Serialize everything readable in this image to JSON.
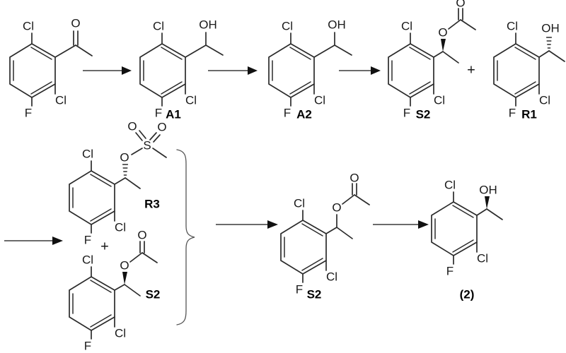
{
  "figure": {
    "kind": "chemical-reaction-scheme",
    "background_color": "#ffffff",
    "bond_color": "#2b2b2b",
    "text_color": "#1a1a1a",
    "arrow_color": "#3a3a3a"
  },
  "atoms": {
    "cl": "Cl",
    "f": "F",
    "o": "O",
    "oh": "OH",
    "s": "S"
  },
  "operators": {
    "plus": "+"
  },
  "compounds": [
    {
      "id": "start-ketone",
      "label": "",
      "row": 1,
      "substituents": [
        "Cl",
        "Cl",
        "F"
      ],
      "side_chain": "acetyl (C(=O)CH3)",
      "stereo": "none"
    },
    {
      "id": "a1",
      "label": "A1",
      "row": 1,
      "substituents": [
        "Cl",
        "Cl",
        "F"
      ],
      "side_chain": "1-hydroxyethyl (CH(OH)CH3)",
      "stereo": "none"
    },
    {
      "id": "a2",
      "label": "A2",
      "row": 1,
      "substituents": [
        "Cl",
        "Cl",
        "F"
      ],
      "side_chain": "1-hydroxyethyl (CH(OH)CH3)",
      "stereo": "none"
    },
    {
      "id": "s2-top",
      "label": "S2",
      "row": 1,
      "substituents": [
        "Cl",
        "Cl",
        "F"
      ],
      "side_chain": "acetate ester (OC(=O)CH3)",
      "stereo": "solid-wedge"
    },
    {
      "id": "r1",
      "label": "R1",
      "row": 1,
      "substituents": [
        "Cl",
        "Cl",
        "F"
      ],
      "side_chain": "1-hydroxyethyl (CH(OH)CH3)",
      "stereo": "hashed-wedge"
    },
    {
      "id": "r3",
      "label": "R3",
      "row": 2,
      "substituents": [
        "Cl",
        "Cl",
        "F"
      ],
      "side_chain": "mesylate ester (OS(=O)(=O)CH3)",
      "stereo": "hashed-wedge"
    },
    {
      "id": "s2-mid",
      "label": "S2",
      "row": 2,
      "substituents": [
        "Cl",
        "Cl",
        "F"
      ],
      "side_chain": "acetate ester (OC(=O)CH3)",
      "stereo": "solid-wedge"
    },
    {
      "id": "s2-product",
      "label": "S2",
      "row": 3,
      "substituents": [
        "Cl",
        "Cl",
        "F"
      ],
      "side_chain": "acetate ester (OC(=O)CH3)",
      "stereo": "none"
    },
    {
      "id": "final-2",
      "label": "(2)",
      "row": 3,
      "substituents": [
        "Cl",
        "Cl",
        "F"
      ],
      "side_chain": "1-hydroxyethyl (CH(OH)CH3)",
      "stereo": "solid-wedge"
    }
  ],
  "labels": {
    "a1": "A1",
    "a2": "A2",
    "s2_top": "S2",
    "r1": "R1",
    "r3": "R3",
    "s2_mid": "S2",
    "s2_product": "S2",
    "final": "(2)"
  },
  "arrows": [
    {
      "id": "arrow-1",
      "from": "start-ketone",
      "to": "a1"
    },
    {
      "id": "arrow-2",
      "from": "a1",
      "to": "a2"
    },
    {
      "id": "arrow-3",
      "from": "a2",
      "to": "s2-top + r1"
    },
    {
      "id": "arrow-4",
      "from": "r1",
      "to": "r3 + s2-mid"
    },
    {
      "id": "arrow-5",
      "from": "r3 + s2-mid",
      "to": "s2-product"
    },
    {
      "id": "arrow-6",
      "from": "s2-product",
      "to": "final-2"
    }
  ],
  "brace": {
    "id": "grouping-brace",
    "orientation": "right-closing",
    "groups": [
      "R3",
      "S2"
    ]
  }
}
